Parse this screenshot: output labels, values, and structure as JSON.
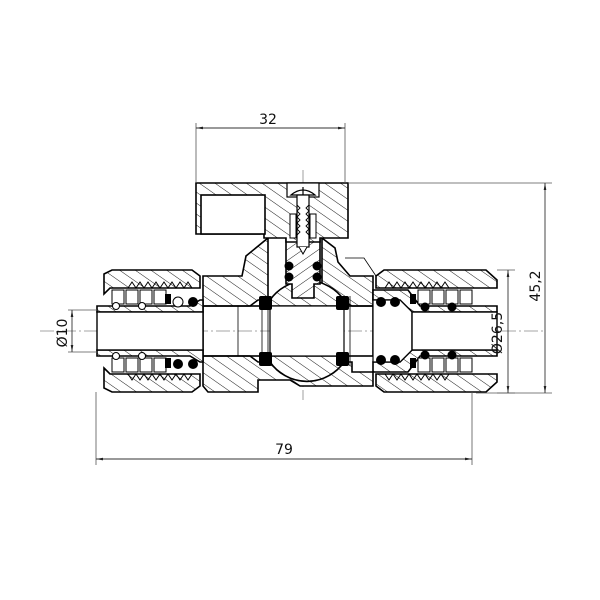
{
  "drawing": {
    "title": "Ball valve with compression fittings — sectional view",
    "colors": {
      "line": "#000000",
      "dimension": "#333333",
      "centerline": "#888888",
      "background": "#ffffff"
    }
  },
  "dimensions": {
    "handle_width": {
      "label": "32",
      "orientation": "horizontal"
    },
    "overall_length": {
      "label": "79",
      "orientation": "horizontal"
    },
    "overall_height": {
      "label": "45,2",
      "orientation": "vertical"
    },
    "nut_diameter": {
      "label": "Ø26,5",
      "orientation": "vertical"
    },
    "pipe_diameter": {
      "label": "Ø10",
      "orientation": "vertical"
    }
  },
  "parts": [
    {
      "name": "handle",
      "icon": "handle-lever"
    },
    {
      "name": "screw",
      "icon": "screw"
    },
    {
      "name": "stem",
      "icon": "valve-stem"
    },
    {
      "name": "ball",
      "icon": "ball"
    },
    {
      "name": "body",
      "icon": "valve-body"
    },
    {
      "name": "left-compression-nut",
      "icon": "nut"
    },
    {
      "name": "right-compression-nut",
      "icon": "nut"
    },
    {
      "name": "seat-rings",
      "icon": "seal"
    },
    {
      "name": "o-rings",
      "icon": "o-ring"
    }
  ]
}
